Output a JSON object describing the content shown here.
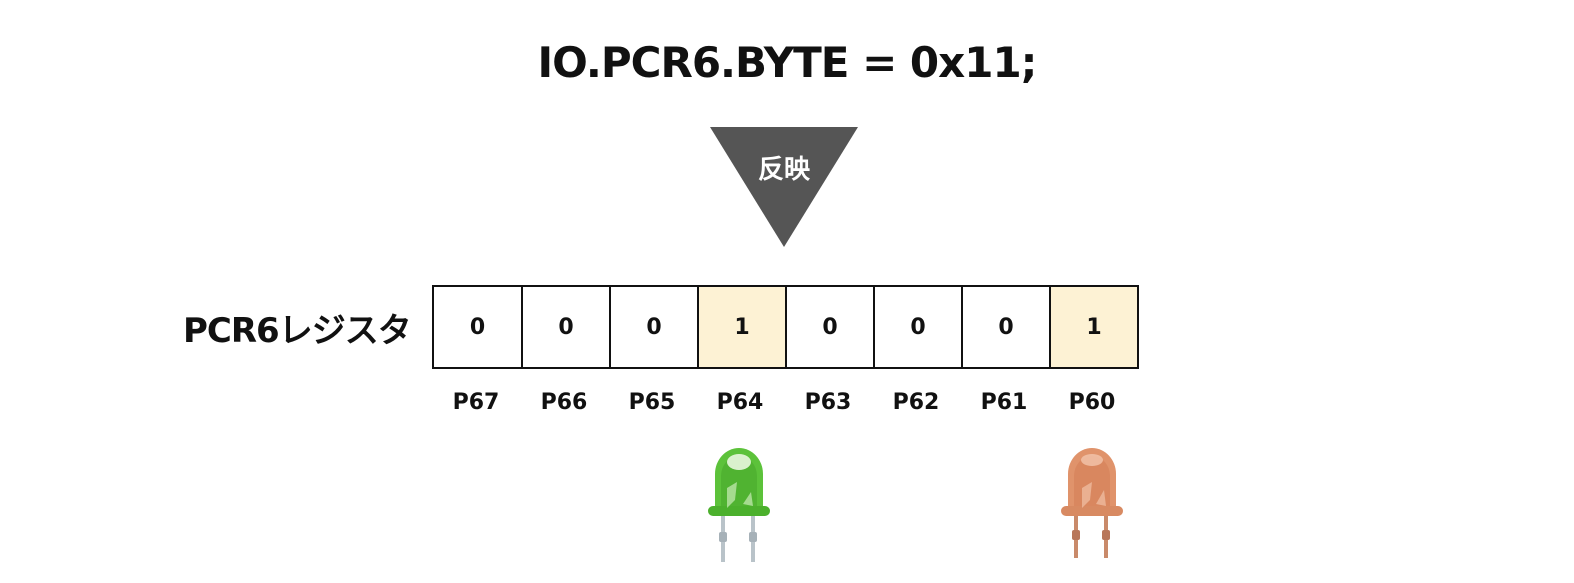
{
  "code": "IO.PCR6.BYTE = 0x11;",
  "arrow_label": "反映",
  "register_label": "PCR6レジスタ",
  "bits": [
    {
      "value": "0",
      "pin": "P67",
      "highlighted": false
    },
    {
      "value": "0",
      "pin": "P66",
      "highlighted": false
    },
    {
      "value": "0",
      "pin": "P65",
      "highlighted": false
    },
    {
      "value": "1",
      "pin": "P64",
      "highlighted": true
    },
    {
      "value": "0",
      "pin": "P63",
      "highlighted": false
    },
    {
      "value": "0",
      "pin": "P62",
      "highlighted": false
    },
    {
      "value": "0",
      "pin": "P61",
      "highlighted": false
    },
    {
      "value": "1",
      "pin": "P60",
      "highlighted": true
    }
  ],
  "leds": [
    {
      "pin": "P64",
      "color": "#5cc23a",
      "icon": "green-led-icon"
    },
    {
      "pin": "P60",
      "color": "#e0936b",
      "icon": "orange-led-icon"
    }
  ],
  "colors": {
    "highlight": "#fdf2d4",
    "arrow": "#555555"
  }
}
